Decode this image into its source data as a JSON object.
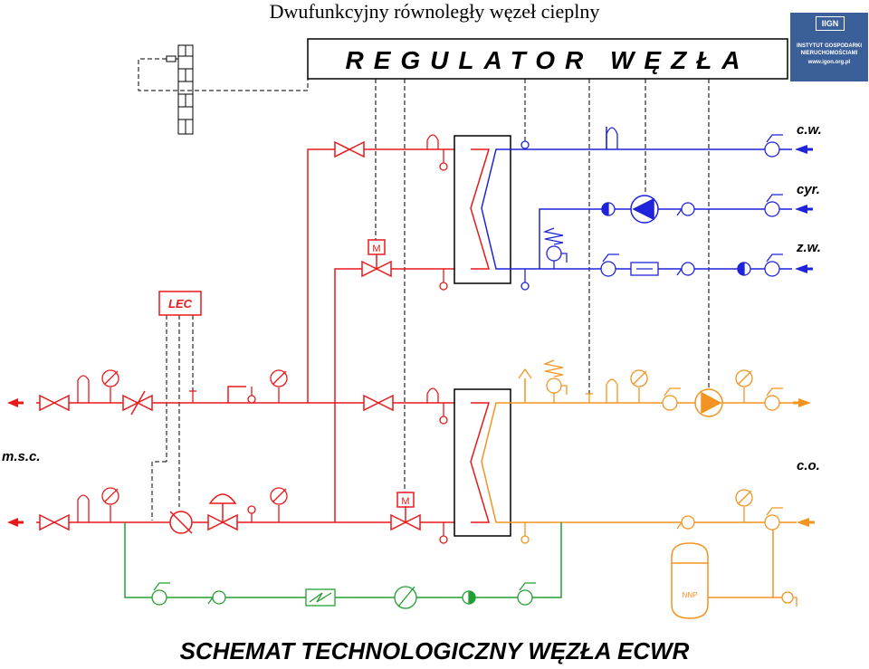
{
  "title": "Dwufunkcyjny równoległy węzeł cieplny",
  "controller_label": "REGULATOR WĘZŁA",
  "lec_label": "LEC",
  "labels": {
    "hot_water": "c.w.",
    "circulation": "cyr.",
    "cold_water": "z.w.",
    "heating": "c.o.",
    "district_network": "m.s.c.",
    "valve_actuator": "M",
    "expansion_vessel": "NNP"
  },
  "logo": {
    "mark": "IIGN",
    "line1": "INSTYTUT GOSPODARKI",
    "line2": "NIERUCHOMOŚCIAMI",
    "line3": "www.igon.org.pl"
  },
  "footer_title": "SCHEMAT TECHNOLOGICZNY WĘZŁA ECWR",
  "colors": {
    "supply": "#e8191b",
    "dhw": "#1f23d9",
    "heating": "#f39321",
    "return_bypass": "#23a033",
    "control": "#000000"
  }
}
